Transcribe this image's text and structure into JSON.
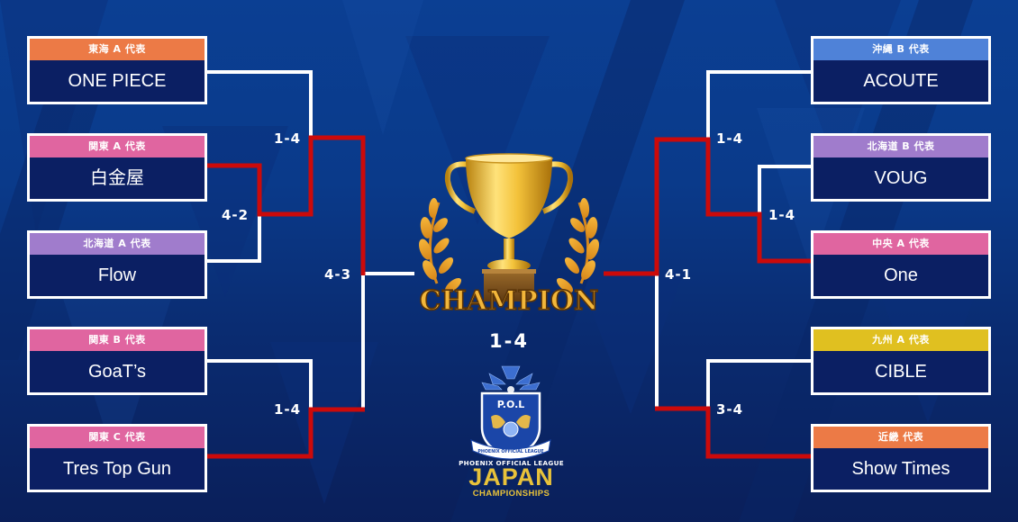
{
  "colors": {
    "winner_line": "#cc0a0a",
    "loser_line": "#ffffff",
    "card_body": "#0b1f63",
    "header_orange": "#ec7a46",
    "header_pink": "#e065a0",
    "header_purple": "#a07ccc",
    "header_blue": "#4f82d8",
    "header_yellow": "#e0c020"
  },
  "left_bracket": {
    "teams": [
      {
        "region": "東海 A 代表",
        "name": "ONE PIECE",
        "header_color": "#ec7a46"
      },
      {
        "region": "関東 A 代表",
        "name": "白金屋",
        "header_color": "#e065a0"
      },
      {
        "region": "北海道 A 代表",
        "name": "Flow",
        "header_color": "#a07ccc"
      },
      {
        "region": "関東 B 代表",
        "name": "GoaT’s",
        "header_color": "#e065a0"
      },
      {
        "region": "関東 C 代表",
        "name": "Tres Top Gun",
        "header_color": "#e065a0"
      }
    ],
    "scores": {
      "r1_shirokaneya_flow": "4-2",
      "r2_onepiece_shirokaneya": "1-4",
      "r1_goats_trestopgun": "1-4",
      "semi": "4-3"
    }
  },
  "right_bracket": {
    "teams": [
      {
        "region": "沖縄 B 代表",
        "name": "ACOUTE",
        "header_color": "#4f82d8"
      },
      {
        "region": "北海道 B 代表",
        "name": "VOUG",
        "header_color": "#a07ccc"
      },
      {
        "region": "中央 A 代表",
        "name": "One",
        "header_color": "#e065a0"
      },
      {
        "region": "九州 A 代表",
        "name": "CIBLE",
        "header_color": "#e0c020"
      },
      {
        "region": "近畿 代表",
        "name": "Show Times",
        "header_color": "#ec7a46"
      }
    ],
    "scores": {
      "r1_voug_one": "1-4",
      "r2_acoute_one": "1-4",
      "r1_cible_showtimes": "3-4",
      "semi": "4-1"
    }
  },
  "center": {
    "trophy_label": "CHAMPION",
    "final_score": "1-4",
    "logo": {
      "shield_text": "P.O.L",
      "ribbon_text": "PHOENIX OFFICIAL LEAGUE",
      "line1": "PHOENIX OFFICIAL LEAGUE",
      "line2": "JAPAN",
      "line3": "CHAMPIONSHIPS"
    }
  }
}
